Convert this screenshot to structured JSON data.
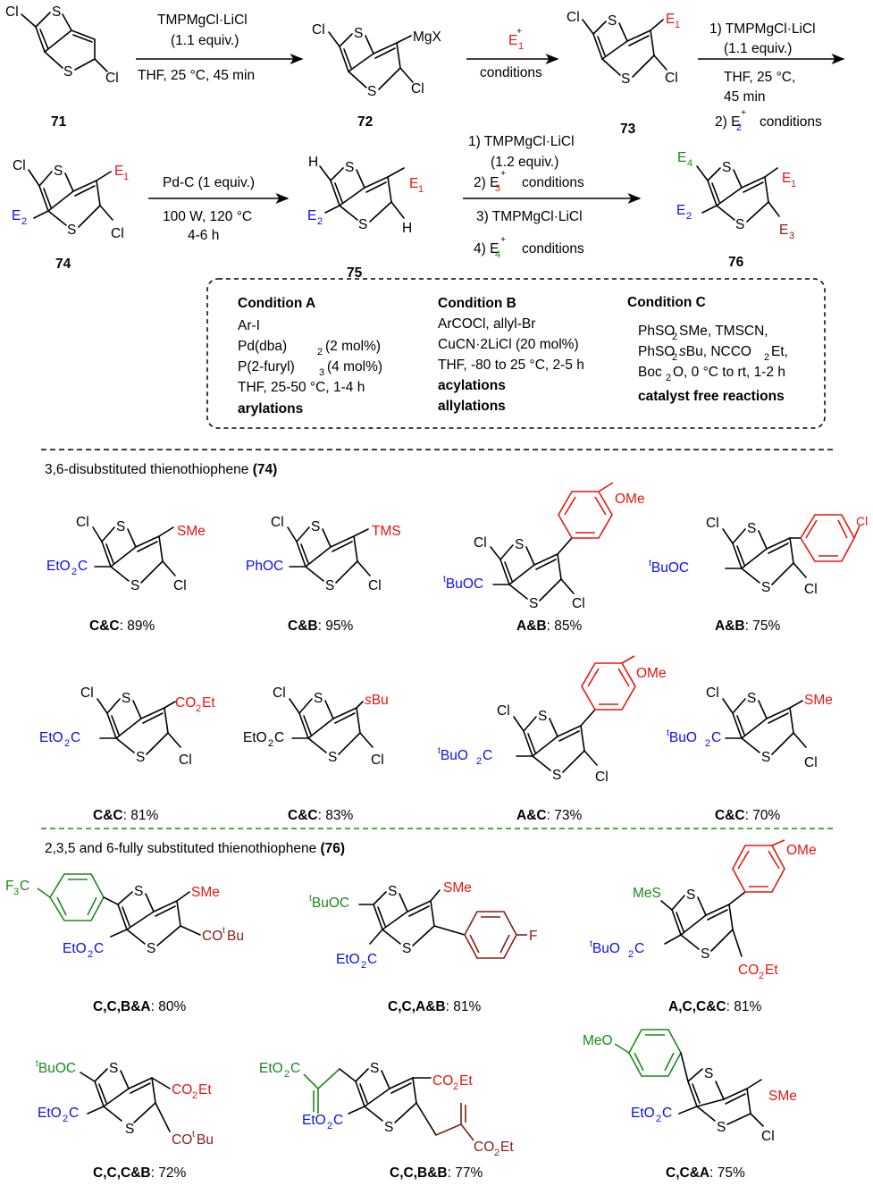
{
  "compound_numbers": [
    "71",
    "72",
    "73",
    "74",
    "75",
    "76"
  ],
  "arrow_1": {
    "reagent": "TMPMgCl·LiCl",
    "equiv": "(1.1 equiv.)",
    "solvent_conditions": "THF, 25 °C, 45 min"
  },
  "arrow_2": {
    "reagent": "E",
    "reagent_sub": "1",
    "reagent_sup": "+",
    "conditions": "conditions"
  },
  "arrow_3": {
    "step1": "1) TMPMgCl·LiCl",
    "equiv": "(1.1 equiv.)",
    "cond_a": "THF, 25 °C,",
    "cond_b": "45 min",
    "step2_pre": "2) E",
    "step2_sub": "2",
    "step2_sup": "+",
    "step2_post": "conditions"
  },
  "arrow_4": {
    "reagent": "Pd-C (1 equiv.)",
    "cond_a": "100 W, 120 °C",
    "cond_b": "4-6 h"
  },
  "arrow_5": {
    "step1": "1) TMPMgCl·LiCl",
    "equiv": "(1.2 equiv.)",
    "step2_pre": "2) E",
    "step2_sub": "3",
    "step2_sup": "+",
    "step2_post": "conditions",
    "step3": "3) TMPMgCl·LiCl",
    "step4_pre": "4) E",
    "step4_sub": "4",
    "step4_sup": "+",
    "step4_post": "conditions"
  },
  "conditions_box": {
    "A": {
      "title": "Condition A",
      "lines": [
        "Ar-I",
        "Pd(dba)",
        "P(2-furyl)",
        "THF, 25-50 °C, 1-4 h"
      ],
      "emph": "arylations"
    },
    "B": {
      "title": "Condition B",
      "lines": [
        "ArCOCl, allyl-Br",
        "CuCN·2LiCl (20 mol%)",
        "THF, -80 to 25 °C, 2-5 h"
      ],
      "emph": [
        "acylations",
        "allylations"
      ]
    },
    "C": {
      "title": "Condition C",
      "lines": [
        "PhSO",
        "PhSO",
        "Boc"
      ],
      "emph": "catalyst free reactions"
    }
  },
  "section_74": {
    "text": "3,6-disubstituted thienothiophene ",
    "ref": "(74)"
  },
  "section_76": {
    "text": "2,3,5 and 6-fully substituted thienothiophene ",
    "ref": "(76)"
  },
  "yields_74": [
    {
      "code": "C&C",
      "yield": "89%"
    },
    {
      "code": "C&B",
      "yield": "95%"
    },
    {
      "code": "A&B",
      "yield": "85%"
    },
    {
      "code": "A&B",
      "yield": "75%"
    },
    {
      "code": "C&C",
      "yield": "81%"
    },
    {
      "code": "C&C",
      "yield": "83%"
    },
    {
      "code": "A&C",
      "yield": "73%"
    },
    {
      "code": "C&C",
      "yield": "70%"
    }
  ],
  "yields_76": [
    {
      "code": "C,C,B&A",
      "yield": "80%"
    },
    {
      "code": "C,C,A&B",
      "yield": "81%"
    },
    {
      "code": "A,C,C&C",
      "yield": "81%"
    },
    {
      "code": "C,C,C&B",
      "yield": "72%"
    },
    {
      "code": "C,C,B&B",
      "yield": "77%"
    },
    {
      "code": "C,C&A",
      "yield": "75%"
    }
  ],
  "colors": {
    "E1": "#e8150e",
    "E2": "#0a10e8",
    "E3": "#8a1c12",
    "E4": "#1a8a1a"
  }
}
